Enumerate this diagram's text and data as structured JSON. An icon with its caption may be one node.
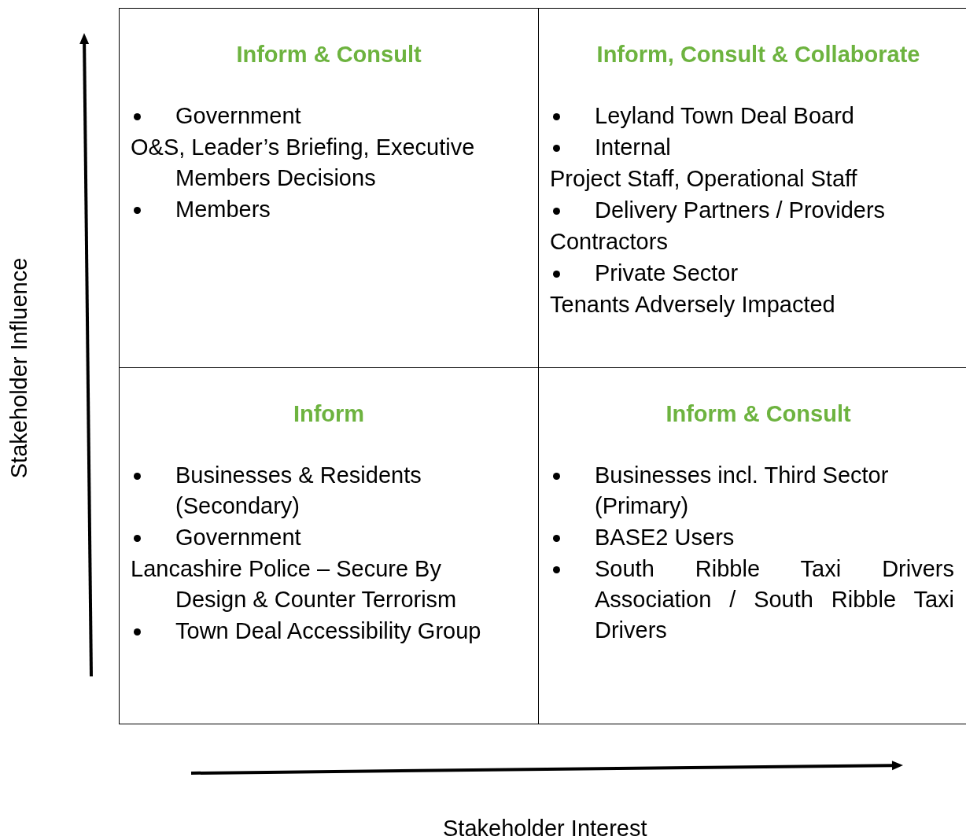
{
  "diagram": {
    "nodes": [
      {
        "text": [
          "Inform & Consult",
          "Government",
          "O&S, Leader’s Briefing, Executive Members Decisions",
          "Members"
        ]
      },
      {
        "text": [
          "Inform, Consult & Collaborate",
          "Leyland Town Deal Board",
          "Internal",
          "Project Staff, Operational Staff",
          "Delivery Partners / Providers",
          "Contractors",
          "Private Sector",
          "Tenants Adversely Impacted"
        ]
      },
      {
        "text": [
          "Inform",
          "Businesses & Residents (Secondary)",
          "Government",
          "Lancashire Police – Secure By Design & Counter Terrorism",
          "Town Deal Accessibility Group"
        ]
      },
      {
        "text": [
          "Inform & Consult",
          "Businesses incl. Third Sector (Primary)",
          "BASE2 Users",
          "South Ribble Taxi Drivers Association / South Ribble Taxi Drivers"
        ]
      }
    ],
    "labels": [
      "Stakeholder Influence",
      "Stakeholder Interest"
    ]
  }
}
